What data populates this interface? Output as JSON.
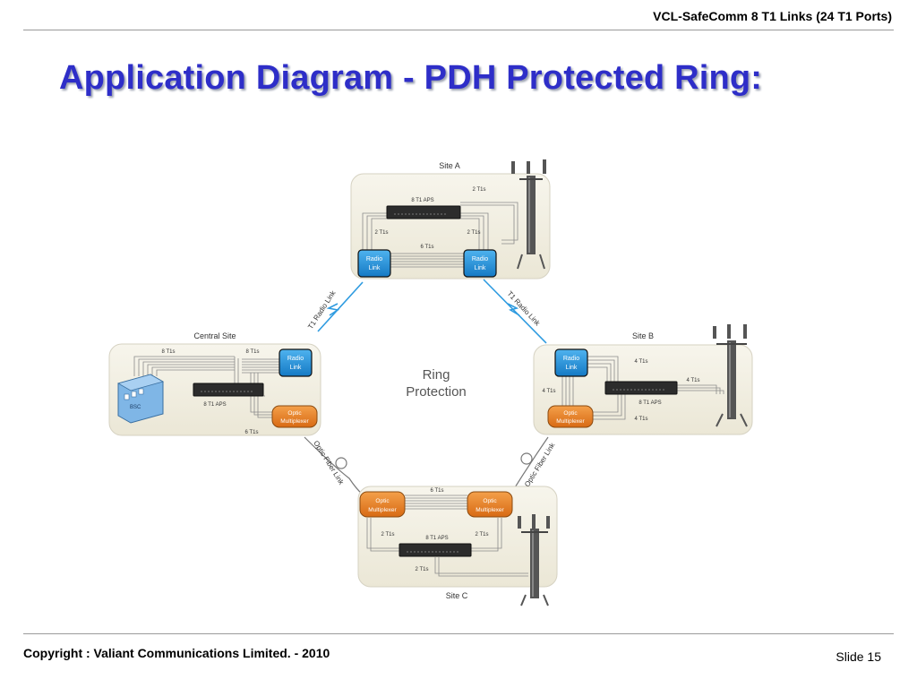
{
  "header": {
    "title": "VCL-SafeComm 8 T1 Links (24 T1 Ports)"
  },
  "title": "Application Diagram - PDH Protected Ring:",
  "footer": {
    "copyright": "Copyright : Valiant Communications Limited. - 2010",
    "slide": "Slide 15"
  },
  "diagram": {
    "center": {
      "line1": "Ring",
      "line2": "Protection"
    },
    "site_a": {
      "name": "Site A",
      "t1_2": "2 T1s",
      "aps": "8 T1 APS",
      "left_2": "2 T1s",
      "right_2": "2 T1s",
      "t1_6": "6 T1s",
      "radio1": [
        "Radio",
        "Link"
      ],
      "radio2": [
        "Radio",
        "Link"
      ]
    },
    "central": {
      "name": "Central Site",
      "t1_8a": "8 T1s",
      "t1_8b": "8 T1s",
      "aps": "8 T1 APS",
      "t1_6": "6 T1s",
      "bsc": "BSC",
      "radio": [
        "Radio",
        "Link"
      ],
      "optic": [
        "Optic",
        "Multiplexer"
      ]
    },
    "site_b": {
      "name": "Site B",
      "t1_4a": "4 T1s",
      "t1_4b": "4 T1s",
      "t1_4c": "4 T1s",
      "t1_4d": "4 T1s",
      "aps": "8 T1 APS",
      "radio": [
        "Radio",
        "Link"
      ],
      "optic": [
        "Optic",
        "Multiplexer"
      ]
    },
    "site_c": {
      "name": "Site C",
      "t1_6": "6 T1s",
      "left_2": "2 T1s",
      "right_2": "2 T1s",
      "aps": "8 T1 APS",
      "bottom_2": "2 T1s",
      "optic1": [
        "Optic",
        "Multiplexer"
      ],
      "optic2": [
        "Optic",
        "Multiplexer"
      ]
    },
    "links": {
      "radio_left": "T1 Radio Link",
      "radio_right": "T1 Radio Link",
      "fiber_left": "Optic Fiber Link",
      "fiber_right": "Optic Fiber Link"
    },
    "colors": {
      "radio": "#1e8fd8",
      "optic": "#e07a22",
      "panel": "#f2efe3",
      "title": "#2e2ec8"
    }
  }
}
